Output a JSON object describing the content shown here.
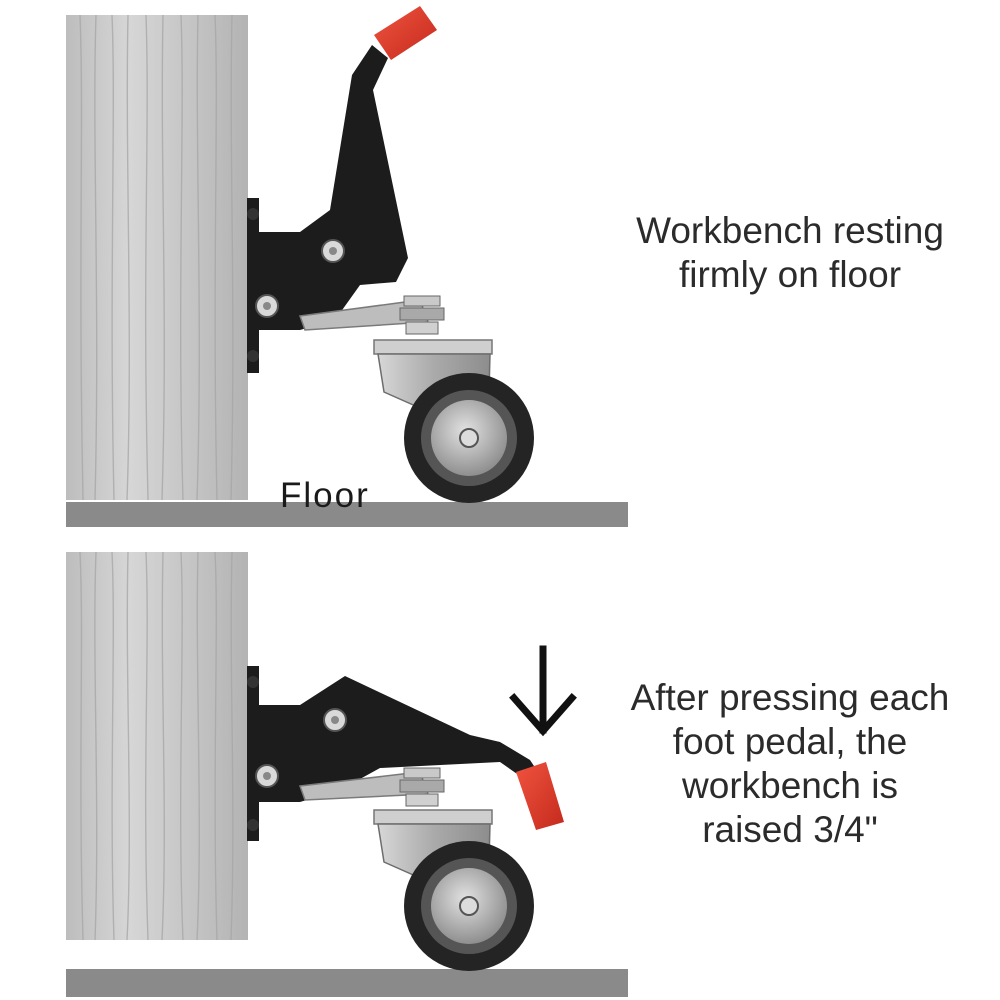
{
  "floor_label": "Floor",
  "panels": [
    {
      "state": "resting",
      "caption_lines": [
        "Workbench resting",
        "firmly on floor"
      ]
    },
    {
      "state": "raised",
      "caption_lines": [
        "After pressing each",
        "foot pedal, the",
        "workbench is",
        "raised 3/4\""
      ]
    }
  ],
  "icons": {
    "pedal_press": "arrow-down-icon"
  },
  "colors": {
    "wood": "#c9c9c9",
    "wood_grain": "#a9a9a9",
    "floor": "#8a8a8a",
    "bracket": "#1c1c1c",
    "pedal_cap": "#e23b2a",
    "caster_steel": "#b7b7b7",
    "wheel": "#2a2a2a",
    "wheel_hub": "#9a9a9a",
    "text": "#2b2b2b"
  }
}
